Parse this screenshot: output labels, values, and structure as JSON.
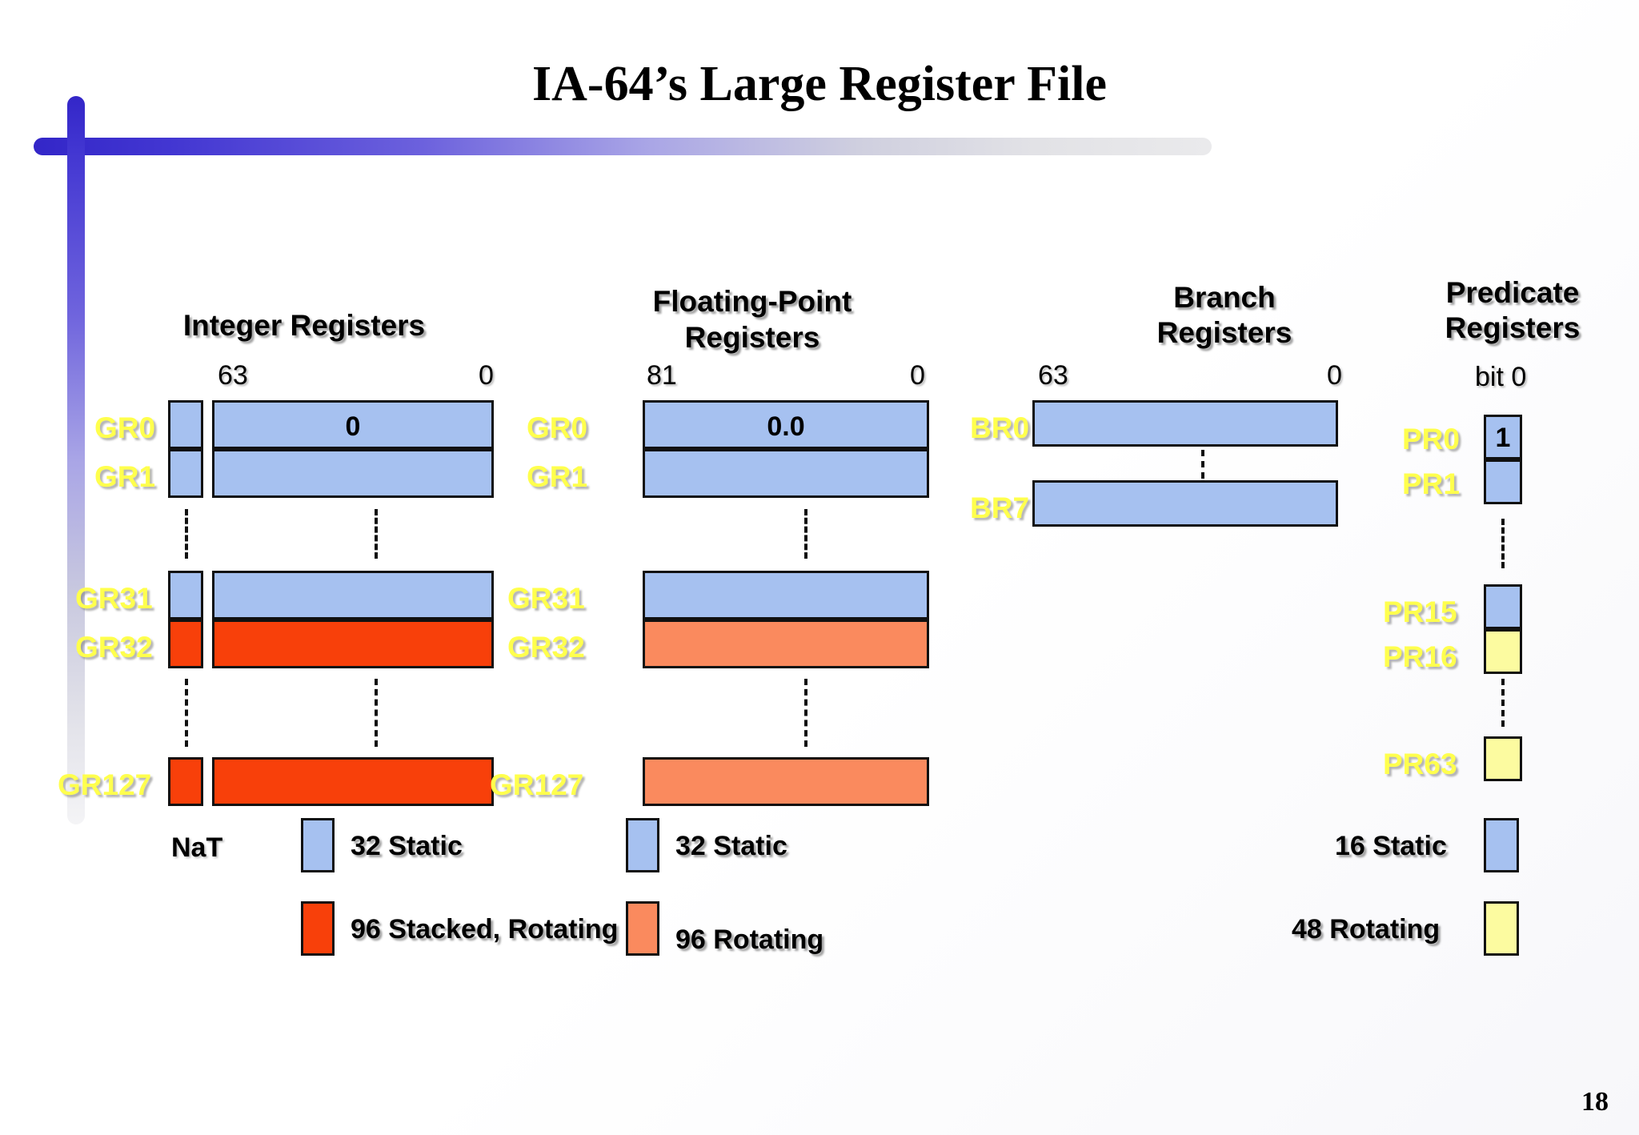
{
  "slide": {
    "title": "IA-64’s Large Register File",
    "page_number": "18",
    "accent_color": "#3326c8",
    "label_color": "#ffff4d"
  },
  "columns": {
    "integer": {
      "heading": "Integer Registers",
      "bit_left": "63",
      "bit_right": "0",
      "nat_label": "NaT",
      "rows": [
        {
          "label": "GR0",
          "value": "0",
          "fill": "blue"
        },
        {
          "label": "GR1",
          "value": "",
          "fill": "blue"
        },
        {
          "label": "GR31",
          "value": "",
          "fill": "blue"
        },
        {
          "label": "GR32",
          "value": "",
          "fill": "red"
        },
        {
          "label": "GR127",
          "value": "",
          "fill": "red"
        }
      ],
      "legend": [
        {
          "swatch": "blue",
          "text": "32 Static"
        },
        {
          "swatch": "red",
          "text": "96 Stacked, Rotating"
        }
      ]
    },
    "floating_point": {
      "heading_line1": "Floating-Point",
      "heading_line2": "Registers",
      "bit_left": "81",
      "bit_right": "0",
      "rows": [
        {
          "label": "GR0",
          "value": "0.0",
          "fill": "blue"
        },
        {
          "label": "GR1",
          "value": "",
          "fill": "blue"
        },
        {
          "label": "GR31",
          "value": "",
          "fill": "blue"
        },
        {
          "label": "GR32",
          "value": "",
          "fill": "salmon"
        },
        {
          "label": "GR127",
          "value": "",
          "fill": "salmon"
        }
      ],
      "legend": [
        {
          "swatch": "blue",
          "text": "32 Static"
        },
        {
          "swatch": "salmon",
          "text": "96 Rotating"
        }
      ]
    },
    "branch": {
      "heading_line1": "Branch",
      "heading_line2": "Registers",
      "bit_left": "63",
      "bit_right": "0",
      "rows": [
        {
          "label": "BR0",
          "value": "",
          "fill": "blue"
        },
        {
          "label": "BR7",
          "value": "",
          "fill": "blue"
        }
      ]
    },
    "predicate": {
      "heading_line1": "Predicate",
      "heading_line2": "Registers",
      "bit_label": "bit 0",
      "rows": [
        {
          "label": "PR0",
          "value": "1",
          "fill": "blue"
        },
        {
          "label": "PR1",
          "value": "",
          "fill": "blue"
        },
        {
          "label": "PR15",
          "value": "",
          "fill": "blue"
        },
        {
          "label": "PR16",
          "value": "",
          "fill": "yellow"
        },
        {
          "label": "PR63",
          "value": "",
          "fill": "yellow"
        }
      ],
      "legend": [
        {
          "swatch": "blue",
          "text": "16 Static"
        },
        {
          "swatch": "yellow",
          "text": "48 Rotating"
        }
      ]
    }
  }
}
